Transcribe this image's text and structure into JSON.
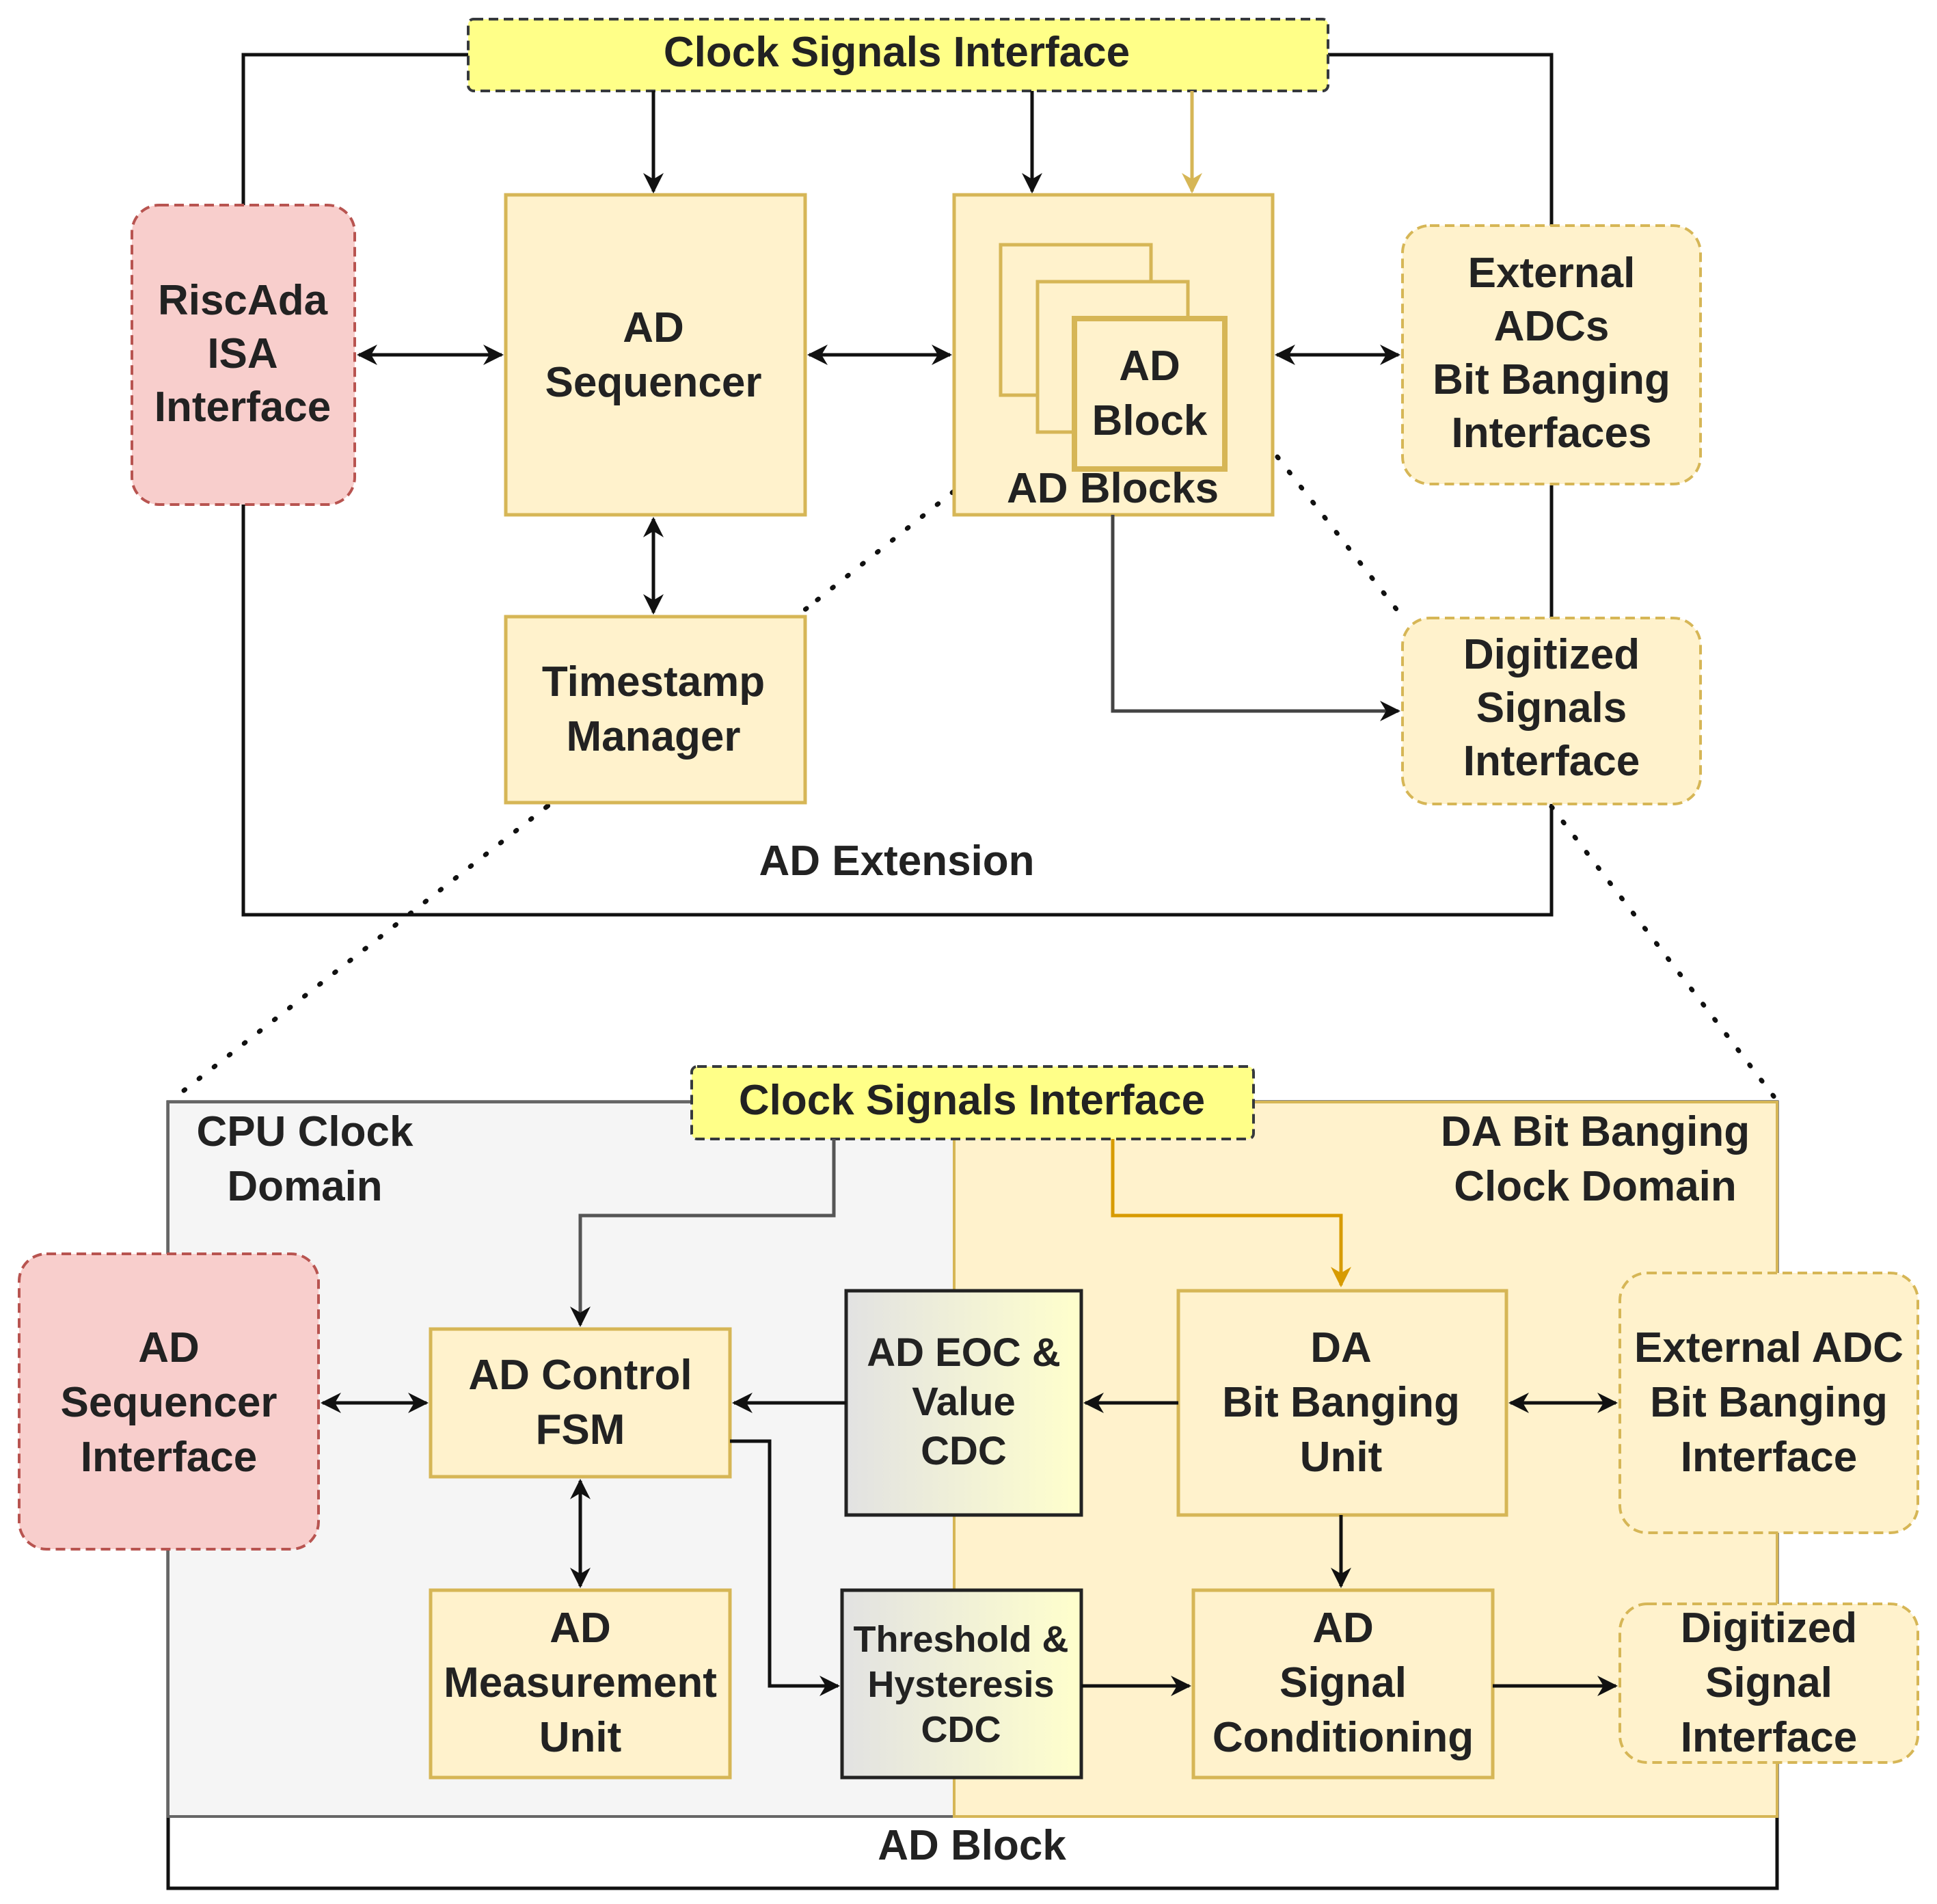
{
  "top": {
    "clock_interface": "Clock Signals Interface",
    "riscada_interface": [
      "RiscAda",
      "ISA",
      "Interface"
    ],
    "ad_sequencer": [
      "AD",
      "Sequencer"
    ],
    "ad_block_inner": [
      "AD",
      "Block"
    ],
    "ad_blocks_label": "AD Blocks",
    "external_adcs": [
      "External",
      "ADCs",
      "Bit Banging",
      "Interfaces"
    ],
    "timestamp_manager": [
      "Timestamp",
      "Manager"
    ],
    "digitized_signals": [
      "Digitized",
      "Signals",
      "Interface"
    ],
    "extension_label": "AD Extension"
  },
  "bottom": {
    "clock_interface": "Clock Signals Interface",
    "cpu_domain": [
      "CPU Clock",
      "Domain"
    ],
    "da_domain": [
      "DA Bit Banging",
      "Clock Domain"
    ],
    "ad_sequencer_interface": [
      "AD",
      "Sequencer",
      "Interface"
    ],
    "ad_control_fsm": [
      "AD Control",
      "FSM"
    ],
    "ad_eoc_cdc": [
      "AD EOC &",
      "Value",
      "CDC"
    ],
    "da_bitbang_unit": [
      "DA",
      "Bit Banging",
      "Unit"
    ],
    "external_adc": [
      "External ADC",
      "Bit Banging",
      "Interface"
    ],
    "ad_measurement_unit": [
      "AD",
      "Measurement",
      "Unit"
    ],
    "threshold_cdc": [
      "Threshold &",
      "Hysteresis",
      "CDC"
    ],
    "ad_signal_conditioning": [
      "AD",
      "Signal",
      "Conditioning"
    ],
    "digitized_signal": [
      "Digitized",
      "Signal",
      "Interface"
    ],
    "ad_block_label": "AD Block"
  },
  "colors": {
    "yellow_box_fill": "#fff2cc",
    "yellow_box_stroke": "#d6b656",
    "clock_fill": "#ffff88",
    "red_fill": "#f8cecc",
    "red_stroke": "#b85450",
    "cpu_domain_fill": "#f5f5f5",
    "orange_arrow": "#d79b00",
    "tan_arrow": "#d6b656"
  }
}
